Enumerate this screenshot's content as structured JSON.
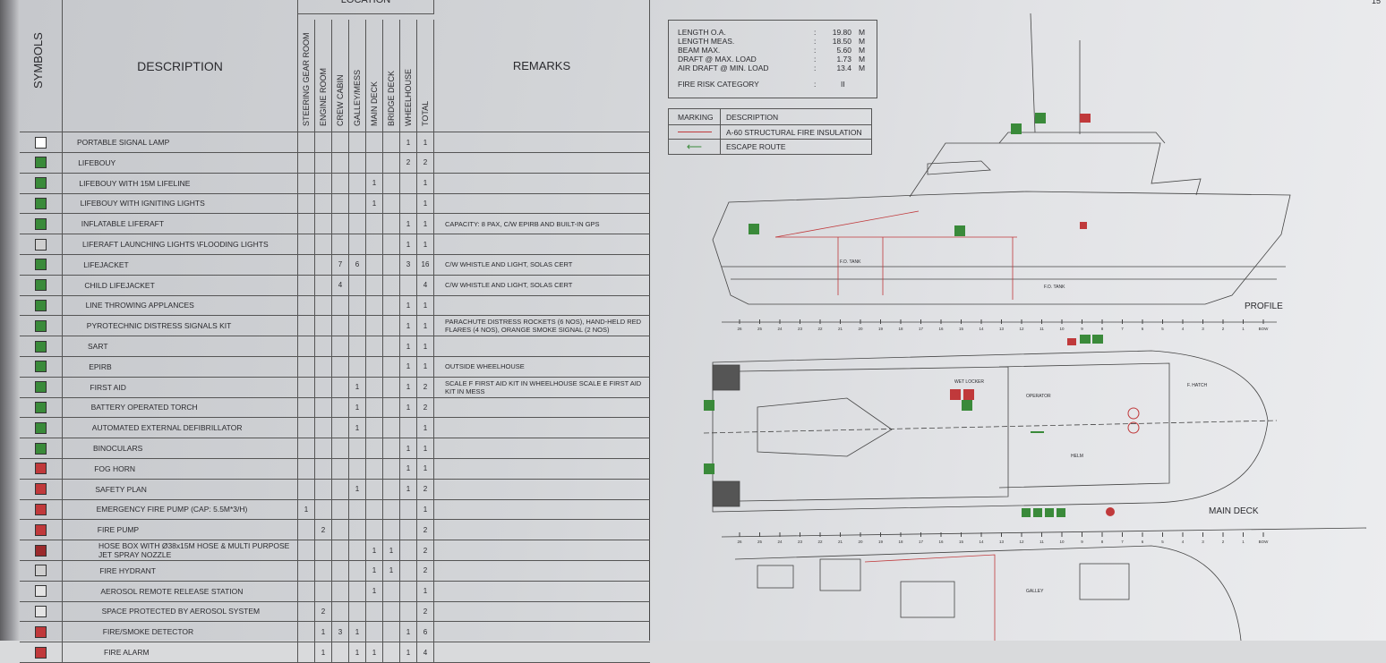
{
  "headers": {
    "symbols": "SYMBOLS",
    "description": "DESCRIPTION",
    "location": "LOCATION",
    "remarks": "REMARKS",
    "columns": [
      "STEERING GEAR ROOM",
      "ENGINE ROOM",
      "CREW CABIN",
      "GALLEY/MESS",
      "MAIN DECK",
      "BRIDGE DECK",
      "WHEELHOUSE",
      "TOTAL"
    ]
  },
  "rows": [
    {
      "symbol": "signal-lamp-icon",
      "color": "#ffffff",
      "desc": "PORTABLE SIGNAL LAMP",
      "vals": [
        "",
        "",
        "",
        "",
        "",
        "",
        "1",
        "1"
      ],
      "remark": ""
    },
    {
      "symbol": "lifebuoy-icon",
      "color": "#3a8a3a",
      "desc": "LIFEBOUY",
      "vals": [
        "",
        "",
        "",
        "",
        "",
        "",
        "2",
        "2"
      ],
      "remark": ""
    },
    {
      "symbol": "lifebuoy-lifeline-icon",
      "color": "#3a8a3a",
      "desc": "LIFEBOUY WITH 15M LIFELINE",
      "vals": [
        "",
        "",
        "",
        "",
        "1",
        "",
        "",
        "1"
      ],
      "remark": ""
    },
    {
      "symbol": "lifebuoy-light-icon",
      "color": "#3a8a3a",
      "desc": "LIFEBOUY WITH IGNITING LIGHTS",
      "vals": [
        "",
        "",
        "",
        "",
        "1",
        "",
        "",
        "1"
      ],
      "remark": ""
    },
    {
      "symbol": "liferaft-icon",
      "color": "#3a8a3a",
      "desc": "INFLATABLE LIFERAFT",
      "vals": [
        "",
        "",
        "",
        "",
        "",
        "",
        "1",
        "1"
      ],
      "remark": "CAPACITY: 8 PAX, C/W EPIRB AND BUILT-IN GPS"
    },
    {
      "symbol": "flood-light-icon",
      "color": "#cfcfcf",
      "desc": "LIFERAFT LAUNCHING LIGHTS \\FLOODING LIGHTS",
      "vals": [
        "",
        "",
        "",
        "",
        "",
        "",
        "1",
        "1"
      ],
      "remark": ""
    },
    {
      "symbol": "lifejacket-icon",
      "color": "#3a8a3a",
      "desc": "LIFEJACKET",
      "vals": [
        "",
        "",
        "7",
        "6",
        "",
        "",
        "3",
        "16"
      ],
      "remark": "C/W WHISTLE AND LIGHT, SOLAS CERT"
    },
    {
      "symbol": "child-lifejacket-icon",
      "color": "#3a8a3a",
      "desc": "CHILD LIFEJACKET",
      "vals": [
        "",
        "",
        "4",
        "",
        "",
        "",
        "",
        "4"
      ],
      "remark": "C/W WHISTLE AND LIGHT, SOLAS CERT"
    },
    {
      "symbol": "line-thrower-icon",
      "color": "#3a8a3a",
      "desc": "LINE THROWING APPLANCES",
      "vals": [
        "",
        "",
        "",
        "",
        "",
        "",
        "1",
        "1"
      ],
      "remark": ""
    },
    {
      "symbol": "pyrotechnic-icon",
      "color": "#3a8a3a",
      "desc": "PYROTECHNIC DISTRESS SIGNALS KIT",
      "vals": [
        "",
        "",
        "",
        "",
        "",
        "",
        "1",
        "1"
      ],
      "remark": "PARACHUTE DISTRESS ROCKETS (6 NOS), HAND-HELD RED FLARES (4 NOS), ORANGE SMOKE SIGNAL (2 NOS)"
    },
    {
      "symbol": "sart-icon",
      "color": "#3a8a3a",
      "desc": "SART",
      "vals": [
        "",
        "",
        "",
        "",
        "",
        "",
        "1",
        "1"
      ],
      "remark": ""
    },
    {
      "symbol": "epirb-icon",
      "color": "#3a8a3a",
      "desc": "EPIRB",
      "vals": [
        "",
        "",
        "",
        "",
        "",
        "",
        "1",
        "1"
      ],
      "remark": "OUTSIDE WHEELHOUSE"
    },
    {
      "symbol": "first-aid-icon",
      "color": "#3a8a3a",
      "desc": "FIRST AID",
      "vals": [
        "",
        "",
        "",
        "1",
        "",
        "",
        "1",
        "2"
      ],
      "remark": "SCALE F FIRST AID KIT IN WHEELHOUSE SCALE E FIRST AID KIT IN MESS"
    },
    {
      "symbol": "torch-icon",
      "color": "#3a8a3a",
      "desc": "BATTERY OPERATED TORCH",
      "vals": [
        "",
        "",
        "",
        "1",
        "",
        "",
        "1",
        "2"
      ],
      "remark": ""
    },
    {
      "symbol": "defibrillator-icon",
      "color": "#3a8a3a",
      "desc": "AUTOMATED EXTERNAL DEFIBRILLATOR",
      "vals": [
        "",
        "",
        "",
        "1",
        "",
        "",
        "",
        "1"
      ],
      "remark": ""
    },
    {
      "symbol": "binoculars-icon",
      "color": "#3a8a3a",
      "desc": "BINOCULARS",
      "vals": [
        "",
        "",
        "",
        "",
        "",
        "",
        "1",
        "1"
      ],
      "remark": ""
    },
    {
      "symbol": "fog-horn-icon",
      "color": "#c0393b",
      "desc": "FOG HORN",
      "vals": [
        "",
        "",
        "",
        "",
        "",
        "",
        "1",
        "1"
      ],
      "remark": ""
    },
    {
      "symbol": "safety-plan-icon",
      "color": "#c0393b",
      "desc": "SAFETY PLAN",
      "vals": [
        "",
        "",
        "",
        "1",
        "",
        "",
        "1",
        "2"
      ],
      "remark": ""
    },
    {
      "symbol": "emergency-fire-pump-icon",
      "color": "#c0393b",
      "desc": "EMERGENCY FIRE PUMP (CAP: 5.5M*3/H)",
      "vals": [
        "1",
        "",
        "",
        "",
        "",
        "",
        "",
        "1"
      ],
      "remark": ""
    },
    {
      "symbol": "fire-pump-icon",
      "color": "#c0393b",
      "desc": "FIRE PUMP",
      "vals": [
        "",
        "2",
        "",
        "",
        "",
        "",
        "",
        "2"
      ],
      "remark": ""
    },
    {
      "symbol": "hose-box-icon",
      "color": "#9b2a2c",
      "desc": "HOSE BOX WITH Ø38x15M HOSE & MULTI PURPOSE JET SPRAY NOZZLE",
      "vals": [
        "",
        "",
        "",
        "",
        "1",
        "1",
        "",
        "2"
      ],
      "remark": ""
    },
    {
      "symbol": "fire-hydrant-icon",
      "color": "#cfcfcf",
      "desc": "FIRE HYDRANT",
      "vals": [
        "",
        "",
        "",
        "",
        "1",
        "1",
        "",
        "2"
      ],
      "remark": ""
    },
    {
      "symbol": "aerosol-release-icon",
      "color": "#e4e4e4",
      "desc": "AEROSOL REMOTE RELEASE STATION",
      "vals": [
        "",
        "",
        "",
        "",
        "1",
        "",
        "",
        "1"
      ],
      "remark": ""
    },
    {
      "symbol": "aerosol-space-icon",
      "color": "#e4e4e4",
      "desc": "SPACE PROTECTED BY AEROSOL SYSTEM",
      "vals": [
        "",
        "2",
        "",
        "",
        "",
        "",
        "",
        "2"
      ],
      "remark": ""
    },
    {
      "symbol": "smoke-detector-icon",
      "color": "#c0393b",
      "desc": "FIRE/SMOKE DETECTOR",
      "vals": [
        "",
        "1",
        "3",
        "1",
        "",
        "",
        "1",
        "6"
      ],
      "remark": ""
    },
    {
      "symbol": "fire-alarm-icon",
      "color": "#c0393b",
      "desc": "FIRE ALARM",
      "vals": [
        "",
        "1",
        "",
        "1",
        "1",
        "",
        "1",
        "4"
      ],
      "remark": ""
    }
  ],
  "particulars": {
    "items": [
      {
        "label": "LENGTH O.A.",
        "value": "19.80",
        "unit": "M"
      },
      {
        "label": "LENGTH MEAS.",
        "value": "18.50",
        "unit": "M"
      },
      {
        "label": "BEAM MAX.",
        "value": "5.60",
        "unit": "M"
      },
      {
        "label": "DRAFT @ MAX. LOAD",
        "value": "1.73",
        "unit": "M"
      },
      {
        "label": "AIR DRAFT @ MIN. LOAD",
        "value": "13.4",
        "unit": "M"
      }
    ],
    "fire_risk_label": "FIRE RISK CATEGORY",
    "fire_risk_value": "II",
    "sep": ":"
  },
  "legend": {
    "col1": "MARKING",
    "col2": "DESCRIPTION",
    "items": [
      "A-60 STRUCTURAL FIRE INSULATION",
      "ESCAPE ROUTE"
    ],
    "insulation_color": "#c0393b",
    "escape_color": "#3a8a3a"
  },
  "drawings": {
    "profile": "PROFILE",
    "main_deck": "MAIN DECK",
    "f_o_tank": "F.O. TANK",
    "wet_locker": "WET LOCKER",
    "operator": "OPERATOR",
    "helm": "HELM",
    "hatch": "F. HATCH",
    "galley": "GALLEY",
    "corner": "15"
  },
  "frames": [
    "26",
    "25",
    "24",
    "23",
    "22",
    "21",
    "20",
    "19",
    "18",
    "17",
    "16",
    "15",
    "14",
    "13",
    "12",
    "11",
    "10",
    "9",
    "8",
    "7",
    "6",
    "5",
    "4",
    "3",
    "2",
    "1",
    "BOW"
  ]
}
